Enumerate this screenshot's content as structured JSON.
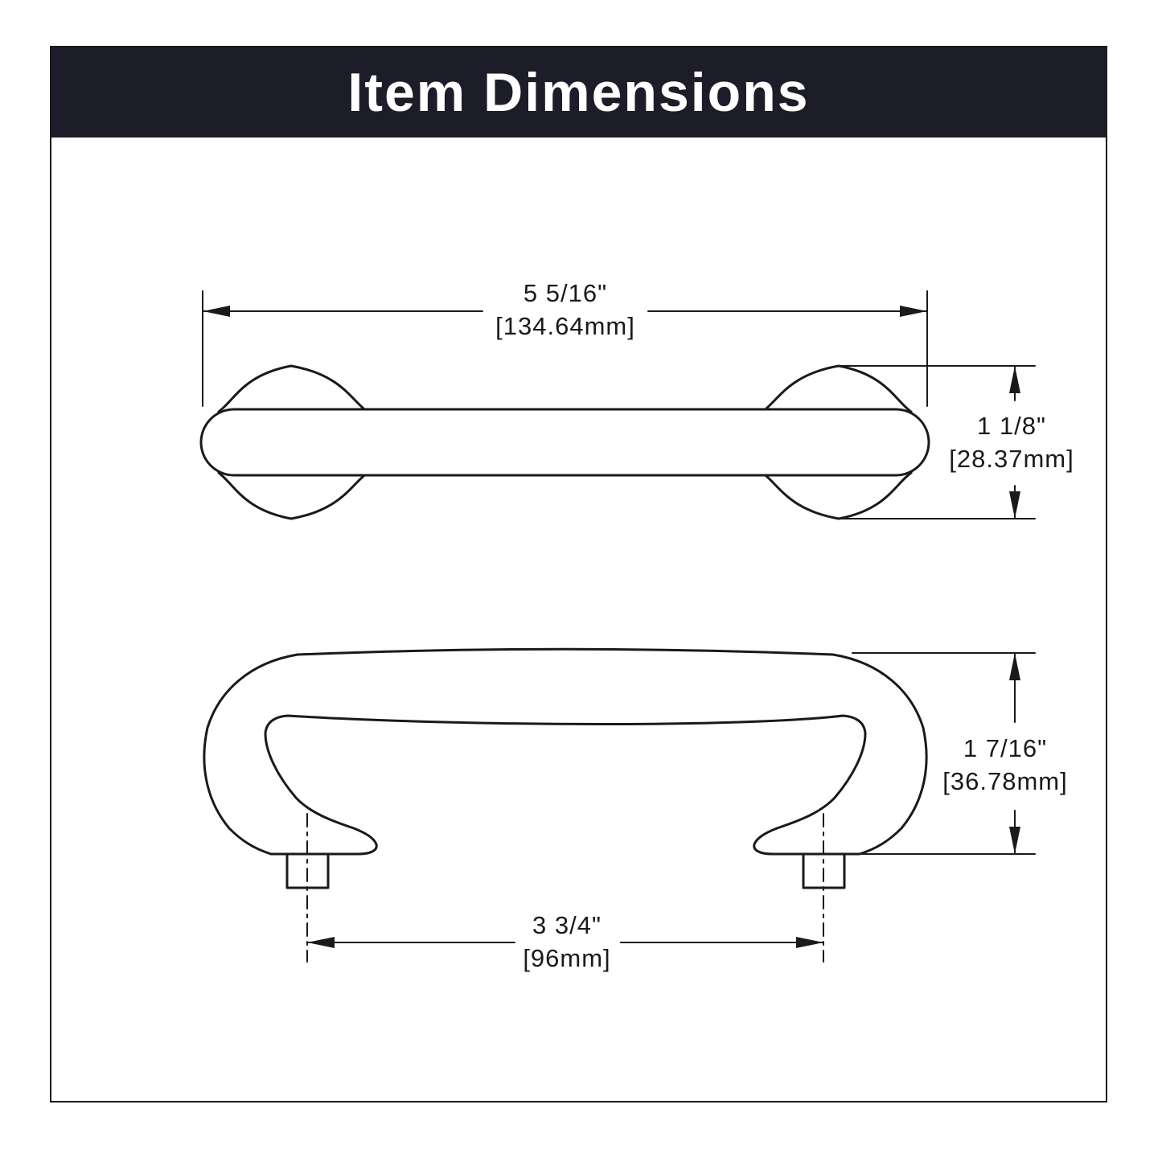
{
  "header": {
    "title": "Item Dimensions",
    "bar_color": "#1d1d29",
    "title_color": "#ffffff"
  },
  "drawing": {
    "line_color": "#1a1a1a"
  },
  "dimensions": {
    "overall_length": {
      "inches": "5 5/16\"",
      "mm": "[134.64mm]"
    },
    "base_height": {
      "inches": "1 1/8\"",
      "mm": "[28.37mm]"
    },
    "projection": {
      "inches": "1 7/16\"",
      "mm": "[36.78mm]"
    },
    "center_to_center": {
      "inches": "3 3/4\"",
      "mm": "[96mm]"
    }
  }
}
